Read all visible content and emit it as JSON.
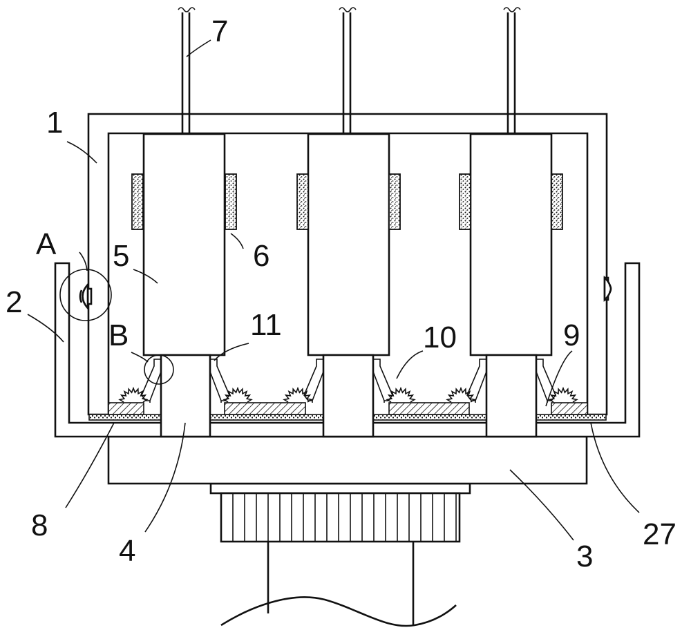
{
  "labels": {
    "l1": "1",
    "l2": "2",
    "l3": "3",
    "l4": "4",
    "l5": "5",
    "l6": "6",
    "l7": "7",
    "l8": "8",
    "l9": "9",
    "l10": "10",
    "l11": "11",
    "l27": "27",
    "lA": "A",
    "lB": "B"
  }
}
